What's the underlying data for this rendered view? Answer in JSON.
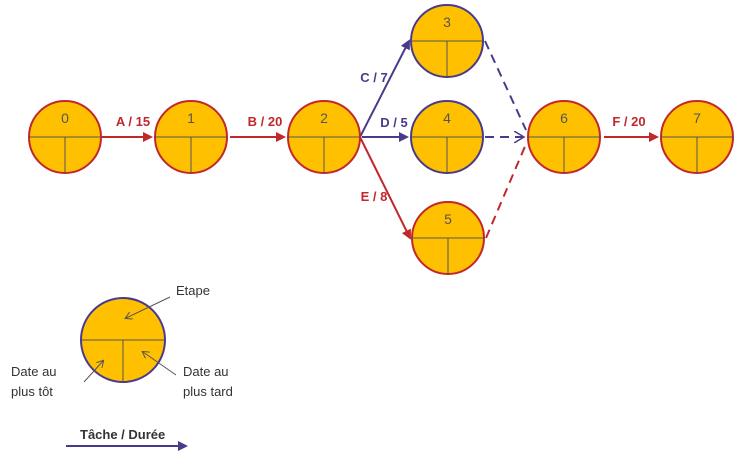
{
  "colors": {
    "node_fill": "#FFC000",
    "node_stroke_red": "#C0282D",
    "node_stroke_purple": "#4B3A8C",
    "arrow_red": "#C0282D",
    "arrow_purple": "#4B3A8C"
  },
  "nodes": [
    {
      "id": "node-0",
      "label": "0",
      "stroke": "red"
    },
    {
      "id": "node-1",
      "label": "1",
      "stroke": "red"
    },
    {
      "id": "node-2",
      "label": "2",
      "stroke": "red"
    },
    {
      "id": "node-3",
      "label": "3",
      "stroke": "purple"
    },
    {
      "id": "node-4",
      "label": "4",
      "stroke": "purple"
    },
    {
      "id": "node-5",
      "label": "5",
      "stroke": "red"
    },
    {
      "id": "node-6",
      "label": "6",
      "stroke": "red"
    },
    {
      "id": "node-7",
      "label": "7",
      "stroke": "red"
    }
  ],
  "tasks": [
    {
      "id": "A",
      "label": "A / 15",
      "from": "0",
      "to": "1",
      "color": "red"
    },
    {
      "id": "B",
      "label": "B / 20",
      "from": "1",
      "to": "2",
      "color": "red"
    },
    {
      "id": "C",
      "label": "C / 7",
      "from": "2",
      "to": "3",
      "color": "purple"
    },
    {
      "id": "D",
      "label": "D / 5",
      "from": "2",
      "to": "4",
      "color": "purple"
    },
    {
      "id": "E",
      "label": "E / 8",
      "from": "2",
      "to": "5",
      "color": "red"
    },
    {
      "id": "F",
      "label": "F / 20",
      "from": "6",
      "to": "7",
      "color": "red"
    }
  ],
  "dummy_links": [
    {
      "from": "3",
      "to": "6",
      "color": "purple",
      "style": "dashed"
    },
    {
      "from": "4",
      "to": "6",
      "color": "purple",
      "style": "dashed"
    },
    {
      "from": "5",
      "to": "6",
      "color": "red",
      "style": "dashed"
    }
  ],
  "legend": {
    "etape": "Etape",
    "date_tot_line1": "Date au",
    "date_tot_line2": "plus tôt",
    "date_tard_line1": "Date au",
    "date_tard_line2": "plus tard",
    "task_duration": "Tâche / Durée"
  }
}
